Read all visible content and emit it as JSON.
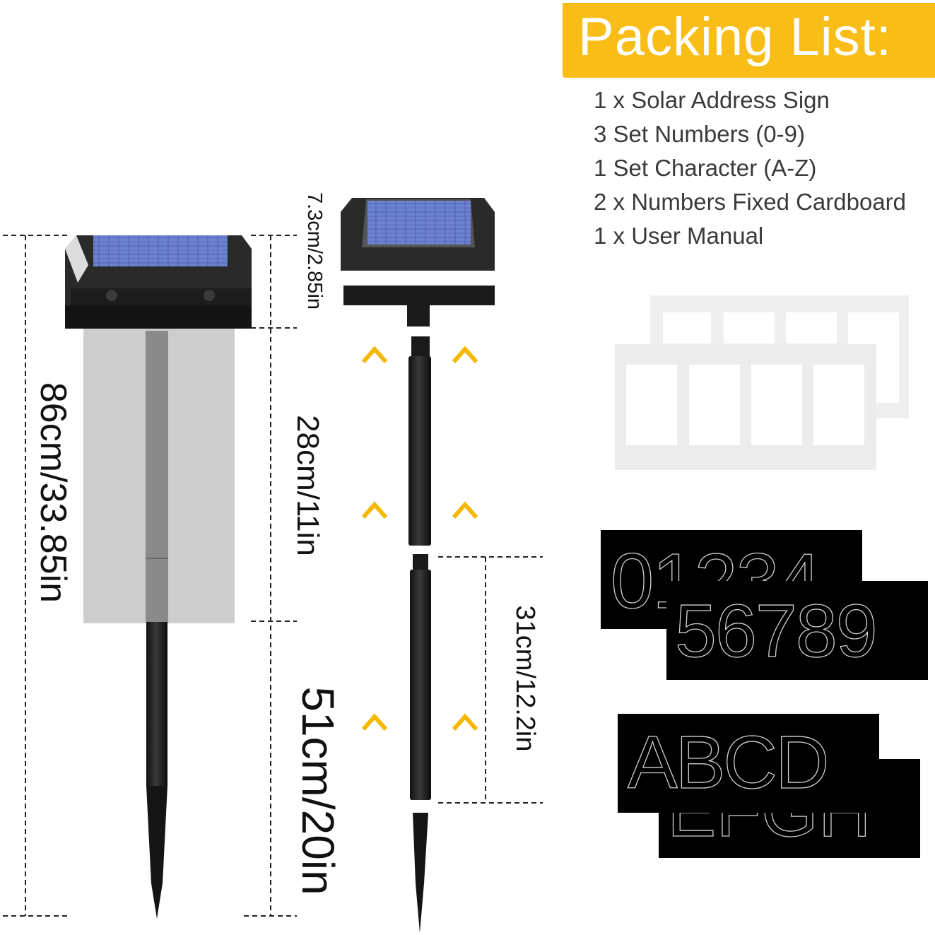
{
  "banner": {
    "title": "Packing List:",
    "color": "#f9bd18"
  },
  "packing_list": [
    "1 x Solar Address Sign",
    "3 Set Numbers (0-9)",
    "1 Set Character (A-Z)",
    "2 x Numbers Fixed Cardboard",
    "1 x User Manual"
  ],
  "dimensions": {
    "total_height": "86cm/33.85in",
    "head_height": "7.3cm/2.85in",
    "panel_height": "28cm/11in",
    "stake_height": "51cm/20in",
    "pole_segment": "31cm/12.2in"
  },
  "number_cards": {
    "row1": "01234",
    "row2": "56789"
  },
  "letter_cards": {
    "row1": "ABCD",
    "row2": "EFGH"
  },
  "colors": {
    "arrow": "#f5b800",
    "solar_panel": "#5a6fb8",
    "housing": "#2a2a2a"
  }
}
